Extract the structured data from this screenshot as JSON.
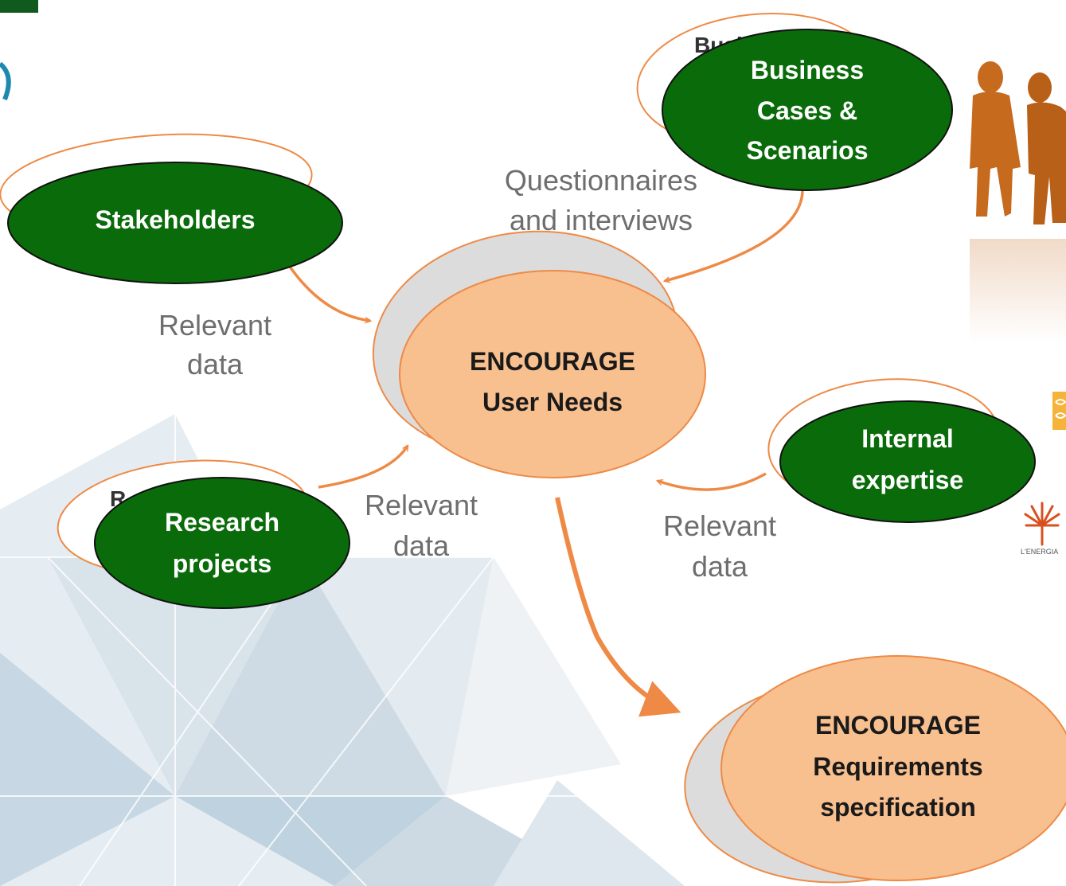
{
  "nodes": {
    "stakeholders": {
      "label": "Stakeholders"
    },
    "business_cases": {
      "lines": [
        "Business",
        "Cases &",
        "Scenarios"
      ],
      "back_label": "Busi"
    },
    "research_projects": {
      "lines": [
        "Research",
        "projects"
      ],
      "back_label": "R"
    },
    "internal_expertise": {
      "lines": [
        "Internal",
        "expertise"
      ]
    },
    "user_needs": {
      "lines": [
        "ENCOURAGE",
        "User Needs"
      ]
    },
    "requirements": {
      "lines": [
        "ENCOURAGE",
        "Requirements",
        "specification"
      ]
    }
  },
  "edges": {
    "stakeholders_to_needs": {
      "lines": [
        "Relevant",
        "data"
      ]
    },
    "business_to_needs": {
      "lines": [
        "Questionnaires",
        "and interviews"
      ]
    },
    "research_to_needs": {
      "lines": [
        "Relevant",
        "data"
      ]
    },
    "expertise_to_needs": {
      "lines": [
        "Relevant",
        "data"
      ]
    }
  },
  "logos": {
    "energia_caption": "L'ENERGIA"
  },
  "colors": {
    "green_node": "#0a6b0a",
    "peach_node": "#f8bf8f",
    "arrow": "#ee8a46",
    "edge_text": "#6e6e6e",
    "people": "#c66a1e"
  }
}
